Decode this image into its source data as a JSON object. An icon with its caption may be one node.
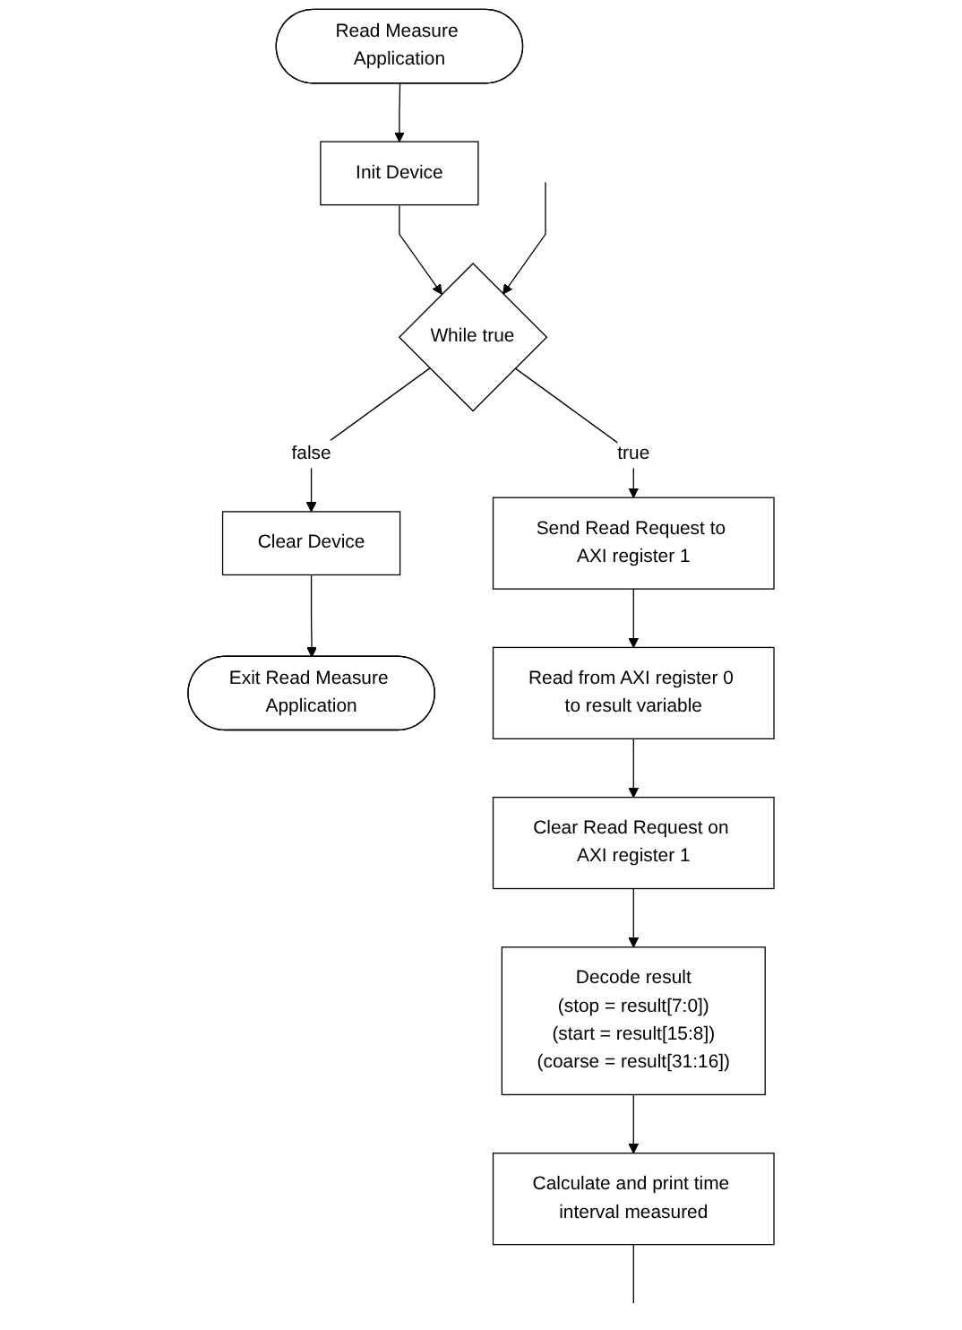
{
  "diagram": {
    "nodes": [
      {
        "text": [
          "Read Measure Application"
        ]
      },
      {
        "text": [
          "Init Device"
        ]
      },
      {
        "text": [
          "While true"
        ]
      },
      {
        "text": [
          "Clear Device"
        ]
      },
      {
        "text": [
          "Exit Read Measure Application"
        ]
      },
      {
        "text": [
          "Send Read Request to AXI register 1"
        ]
      },
      {
        "text": [
          "Read from AXI register 0 to result variable"
        ]
      },
      {
        "text": [
          "Clear Read Request on AXI register 1"
        ]
      },
      {
        "text": [
          "Decode result",
          "(stop = result[7:0])",
          "(start = result[15:8])",
          "(coarse = result[31:16])"
        ]
      },
      {
        "text": [
          "Calculate and print time interval measured"
        ]
      }
    ],
    "edges": [
      {
        "from": 0,
        "to": 1,
        "arrow": "to"
      },
      {
        "from": 1,
        "to": 2,
        "arrow": "to"
      },
      {
        "from": 2,
        "to": 3,
        "label": "false",
        "arrow": "to"
      },
      {
        "from": 3,
        "to": 4,
        "arrow": "to"
      },
      {
        "from": 2,
        "to": 5,
        "label": "true",
        "arrow": "to"
      },
      {
        "from": 5,
        "to": 6,
        "arrow": "to"
      },
      {
        "from": 6,
        "to": 7,
        "arrow": "to"
      },
      {
        "from": 7,
        "to": 8,
        "arrow": "to"
      },
      {
        "from": 8,
        "to": 9,
        "arrow": "to"
      },
      {
        "from": 9,
        "to": null,
        "arrow": "none"
      },
      {
        "from": null,
        "to": 2,
        "arrow": "to"
      }
    ]
  }
}
